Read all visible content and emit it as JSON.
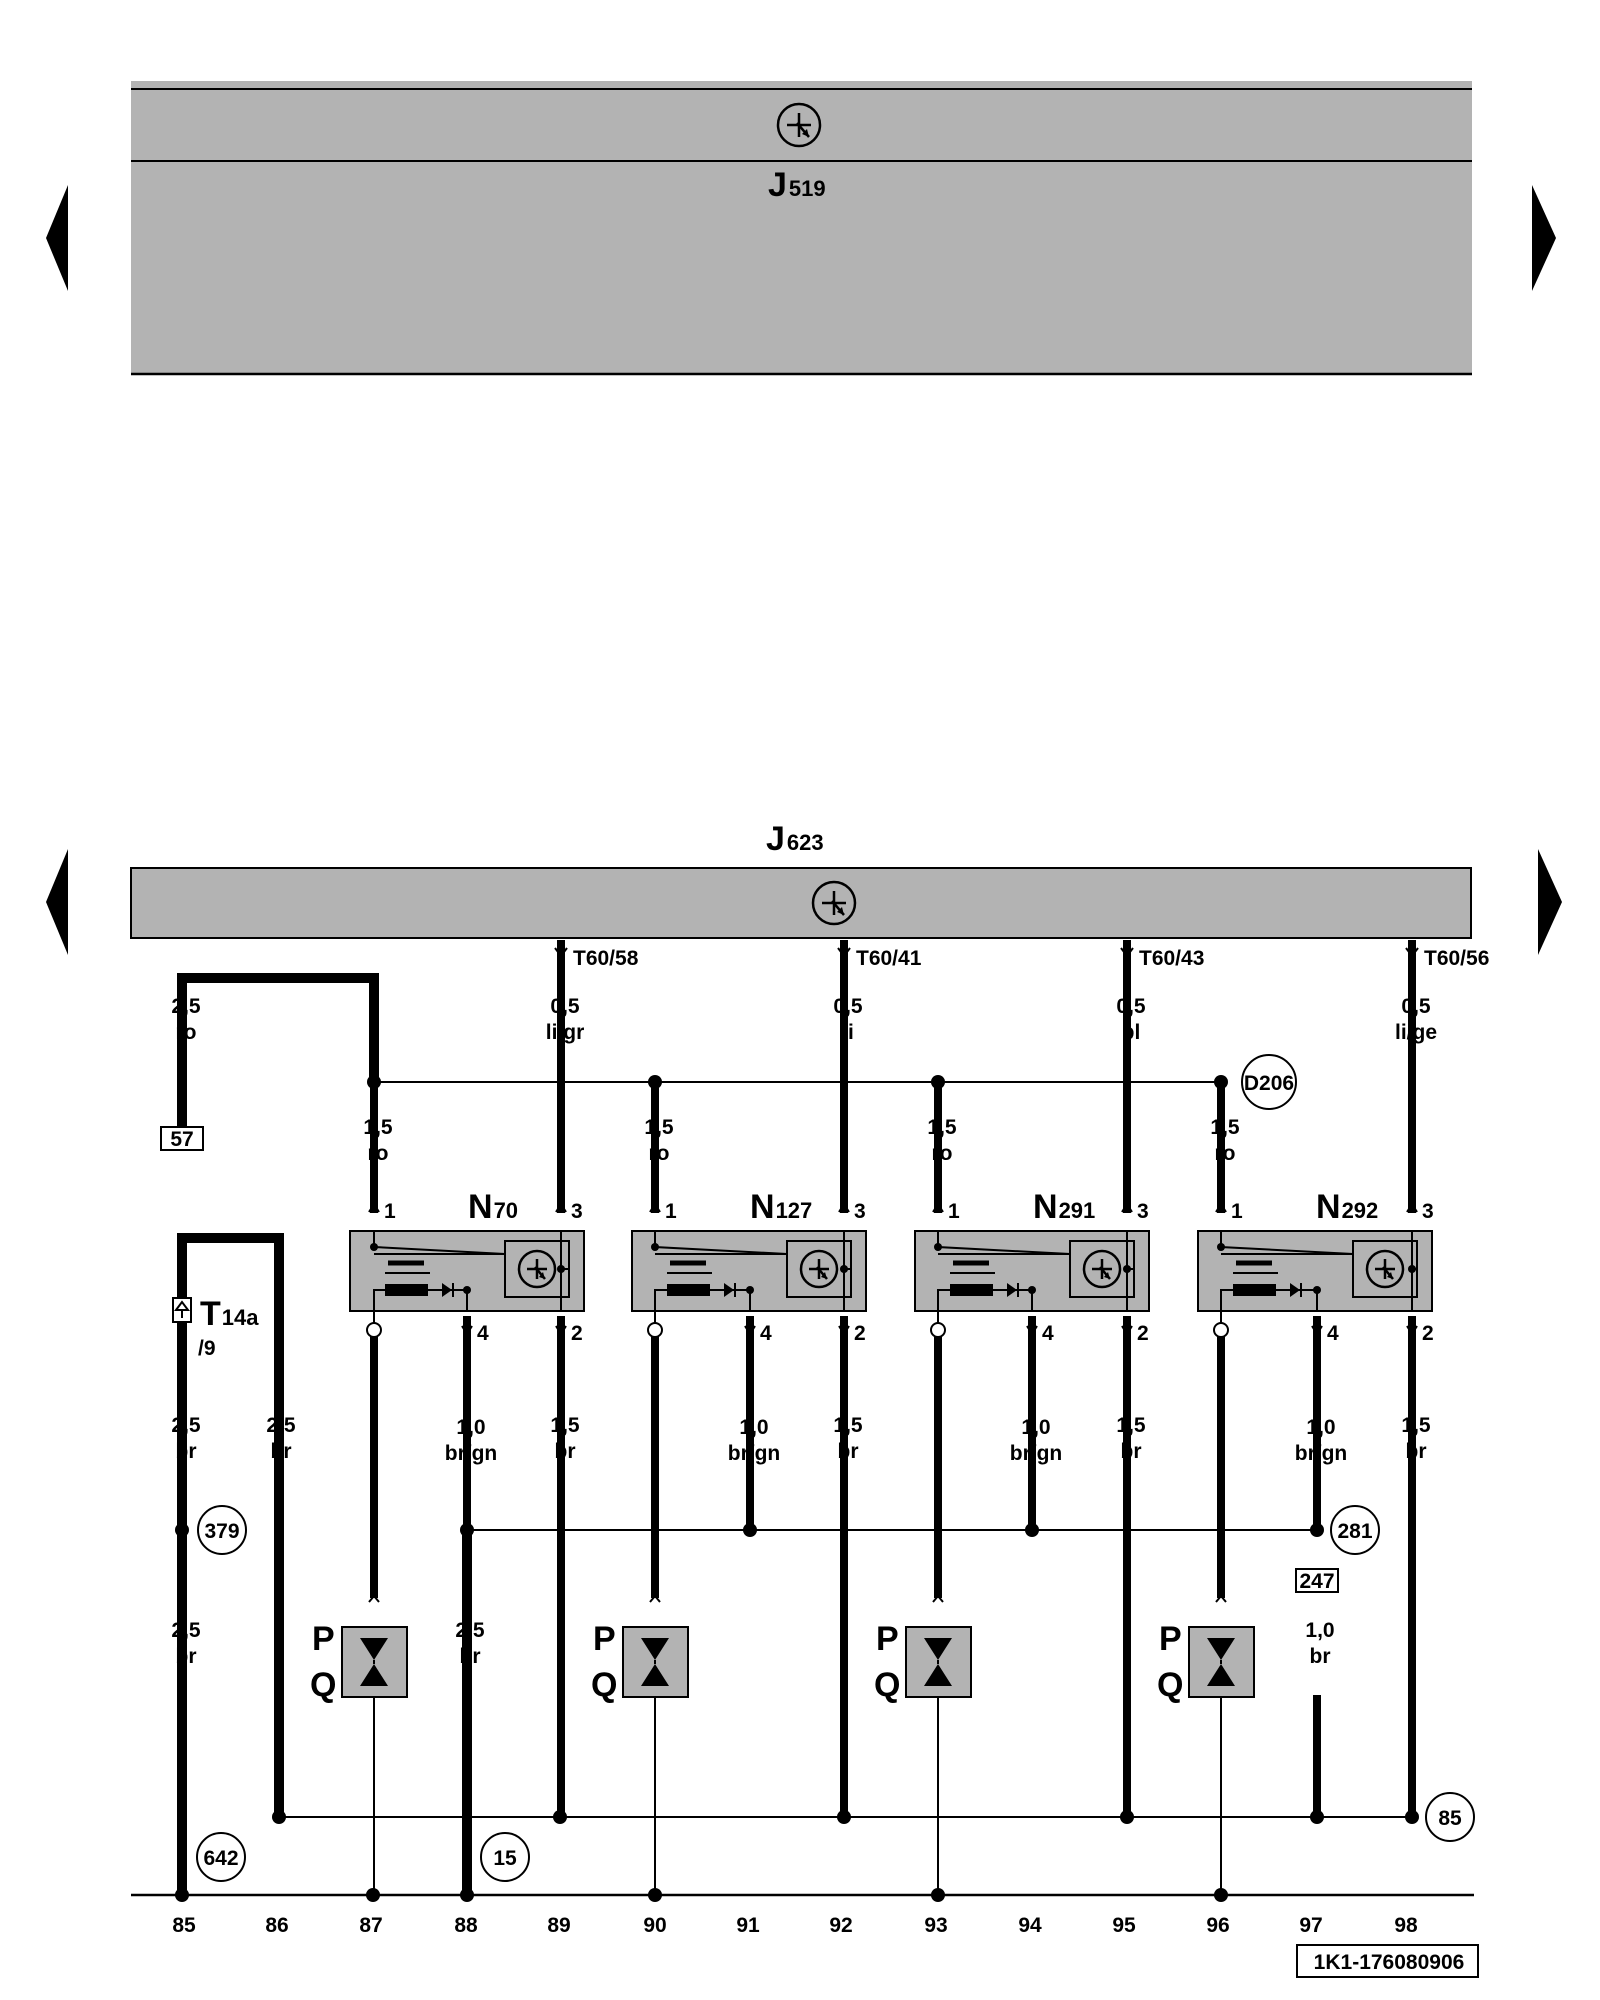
{
  "units": {
    "j519": {
      "main": "J",
      "sub": "519"
    },
    "j623": {
      "main": "J",
      "sub": "623"
    }
  },
  "wires": {
    "w85_top": {
      "size": "2,5",
      "color": "ro"
    },
    "w85_mid": {
      "size": "2,5",
      "color": "br"
    },
    "w85_low": {
      "size": "2,5",
      "color": "br"
    },
    "w86": {
      "size": "2,5",
      "color": "br"
    },
    "w88_low": {
      "size": "2,5",
      "color": "br"
    },
    "w97_low": {
      "size": "1,0",
      "color": "br"
    }
  },
  "connectors": {
    "t14a": {
      "main": "T",
      "sub": "14a",
      "pin": "/9"
    },
    "box57": "57",
    "box247": "247",
    "part_number": "1K1-176080906"
  },
  "valves": [
    {
      "name_main": "N",
      "name_sub": "70",
      "feed_size": "1,5",
      "feed_color": "ro",
      "sig_conn": "T60/58",
      "sig_size": "0,5",
      "sig_color": "li/gr",
      "gnd_size": "1,5",
      "gnd_color": "br",
      "diag_size": "1,0",
      "diag_color": "br/gn",
      "pin1": "1",
      "pin2": "2",
      "pin3": "3",
      "pin4": "4",
      "p": "P",
      "q": "Q"
    },
    {
      "name_main": "N",
      "name_sub": "127",
      "feed_size": "1,5",
      "feed_color": "ro",
      "sig_conn": "T60/41",
      "sig_size": "0,5",
      "sig_color": "li",
      "gnd_size": "1,5",
      "gnd_color": "br",
      "diag_size": "1,0",
      "diag_color": "br/gn",
      "pin1": "1",
      "pin2": "2",
      "pin3": "3",
      "pin4": "4",
      "p": "P",
      "q": "Q"
    },
    {
      "name_main": "N",
      "name_sub": "291",
      "feed_size": "1,5",
      "feed_color": "ro",
      "sig_conn": "T60/43",
      "sig_size": "0,5",
      "sig_color": "bl",
      "gnd_size": "1,5",
      "gnd_color": "br",
      "diag_size": "1,0",
      "diag_color": "br/gn",
      "pin1": "1",
      "pin2": "2",
      "pin3": "3",
      "pin4": "4",
      "p": "P",
      "q": "Q"
    },
    {
      "name_main": "N",
      "name_sub": "292",
      "feed_size": "1,5",
      "feed_color": "ro",
      "sig_conn": "T60/56",
      "sig_size": "0,5",
      "sig_color": "li/ge",
      "gnd_size": "1,5",
      "gnd_color": "br",
      "diag_size": "1,0",
      "diag_color": "br/gn",
      "pin1": "1",
      "pin2": "2",
      "pin3": "3",
      "pin4": "4",
      "p": "P",
      "q": "Q"
    }
  ],
  "references": {
    "d206": "D206",
    "r379": "379",
    "r281": "281",
    "r642": "642",
    "r15": "15",
    "r85": "85"
  },
  "tracks": [
    "85",
    "86",
    "87",
    "88",
    "89",
    "90",
    "91",
    "92",
    "93",
    "94",
    "95",
    "96",
    "97",
    "98"
  ]
}
